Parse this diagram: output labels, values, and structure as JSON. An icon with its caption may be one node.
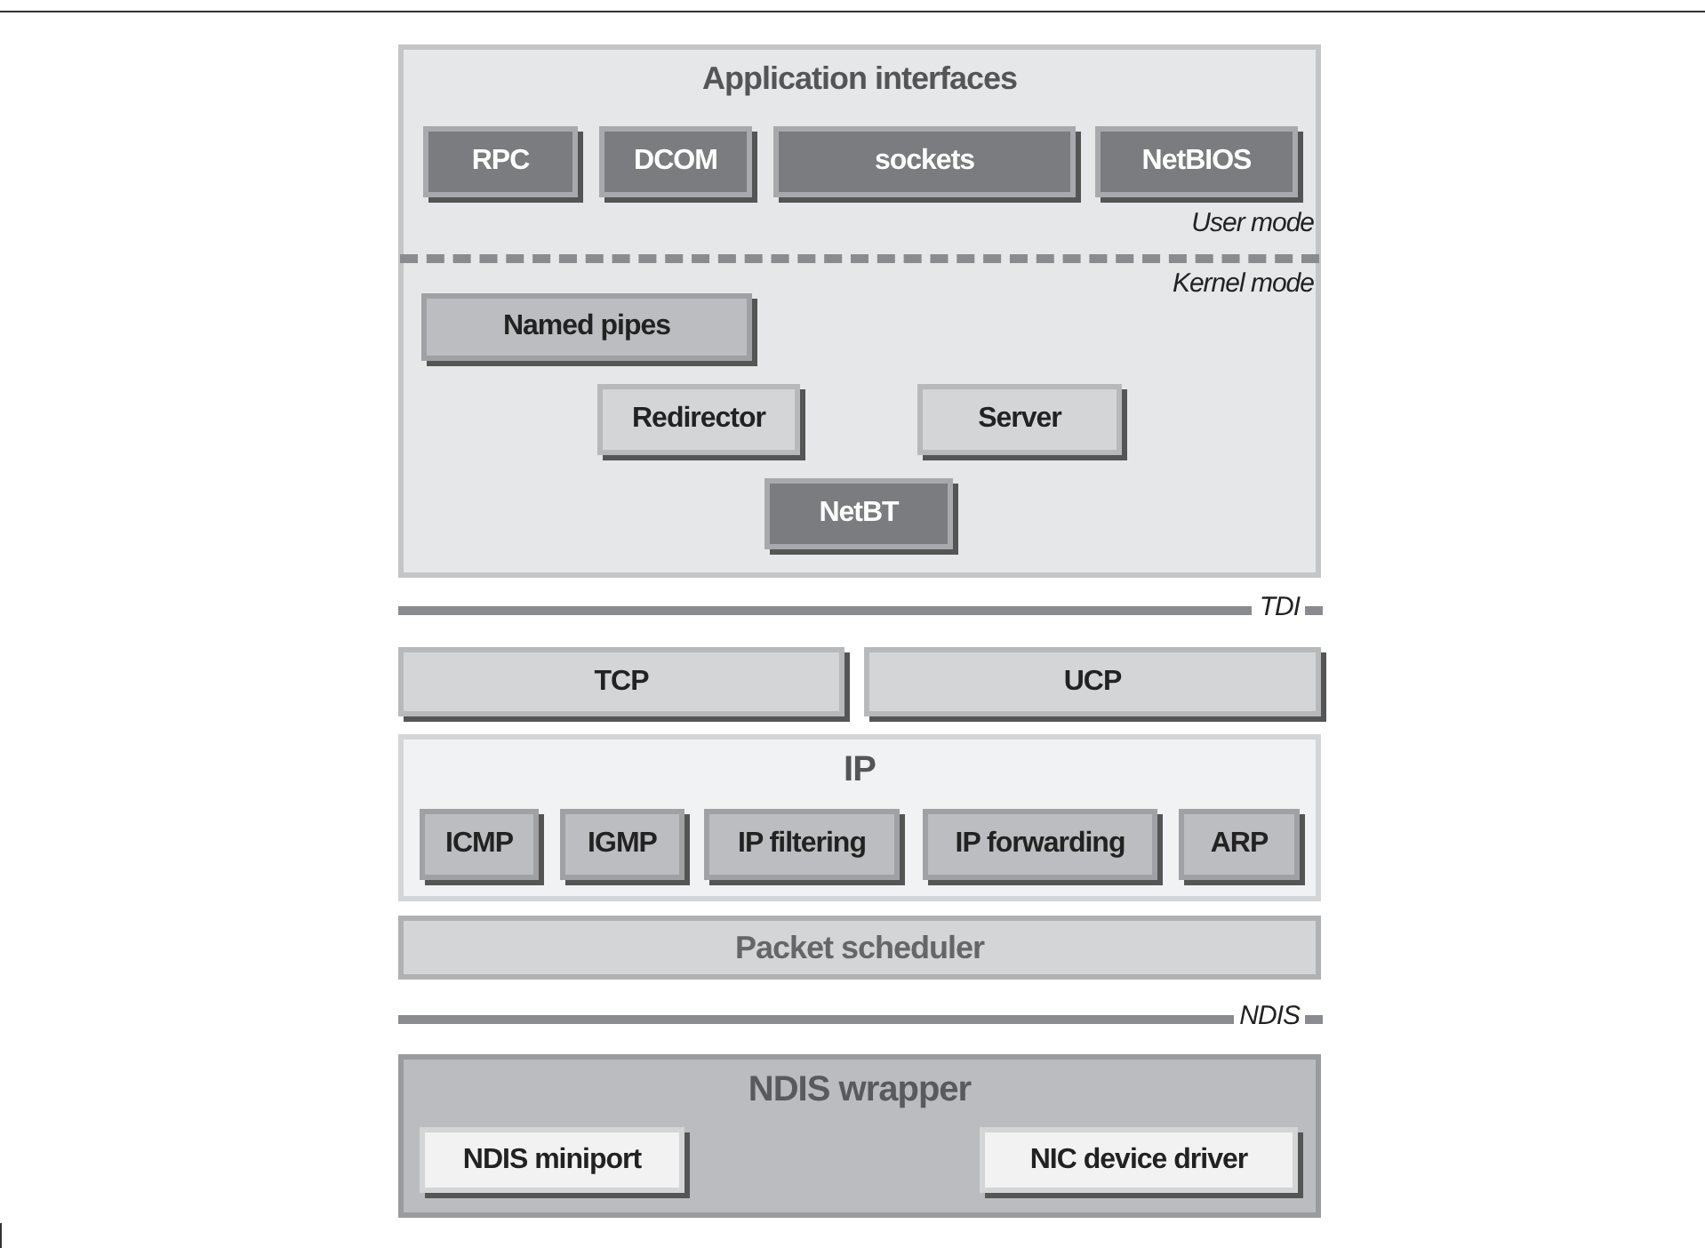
{
  "diagram": {
    "nodes": [
      {
        "text": [
          "Application interfaces"
        ]
      },
      {
        "text": [
          "RPC"
        ],
        "in": 0
      },
      {
        "text": [
          "DCOM"
        ],
        "in": 0
      },
      {
        "text": [
          "sockets"
        ],
        "in": 0
      },
      {
        "text": [
          "NetBIOS"
        ],
        "in": 0
      },
      {
        "text": [
          "Named pipes"
        ],
        "in": 0
      },
      {
        "text": [
          "Redirector"
        ],
        "in": 0
      },
      {
        "text": [
          "Server"
        ],
        "in": 0
      },
      {
        "text": [
          "NetBT"
        ],
        "in": 0
      },
      {
        "text": [
          "TCP"
        ]
      },
      {
        "text": [
          "UCP"
        ]
      },
      {
        "text": [
          "IP"
        ]
      },
      {
        "text": [
          "ICMP"
        ],
        "in": 11
      },
      {
        "text": [
          "IGMP"
        ],
        "in": 11
      },
      {
        "text": [
          "IP filtering"
        ],
        "in": 11
      },
      {
        "text": [
          "IP forwarding"
        ],
        "in": 11
      },
      {
        "text": [
          "ARP"
        ],
        "in": 11
      },
      {
        "text": [
          "Packet scheduler"
        ]
      },
      {
        "text": [
          "NDIS wrapper"
        ]
      },
      {
        "text": [
          "NDIS miniport"
        ],
        "in": 18
      },
      {
        "text": [
          "NIC device driver"
        ],
        "in": 18
      }
    ],
    "edges": [],
    "labels": [
      "User mode",
      "Kernel mode",
      "TDI",
      "NDIS"
    ]
  }
}
